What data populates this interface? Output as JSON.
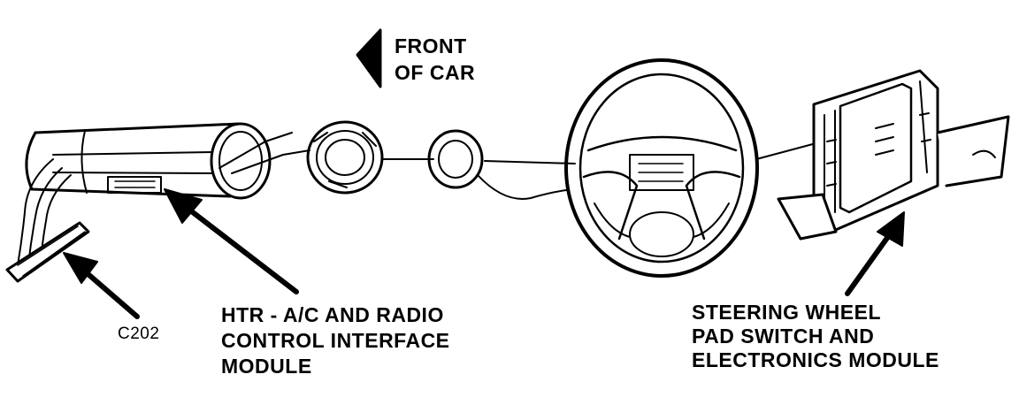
{
  "front_label": {
    "line1": "FRONT",
    "line2": "OF CAR"
  },
  "c202_label": "C202",
  "htr_label": {
    "line1": "HTR - A/C AND RADIO",
    "line2": "CONTROL INTERFACE",
    "line3": "MODULE"
  },
  "swp_label": {
    "line1": "STEERING WHEEL",
    "line2": "PAD SWITCH AND",
    "line3": "ELECTRONICS MODULE"
  },
  "colors": {
    "ink": "#000000",
    "paper": "#ffffff"
  }
}
